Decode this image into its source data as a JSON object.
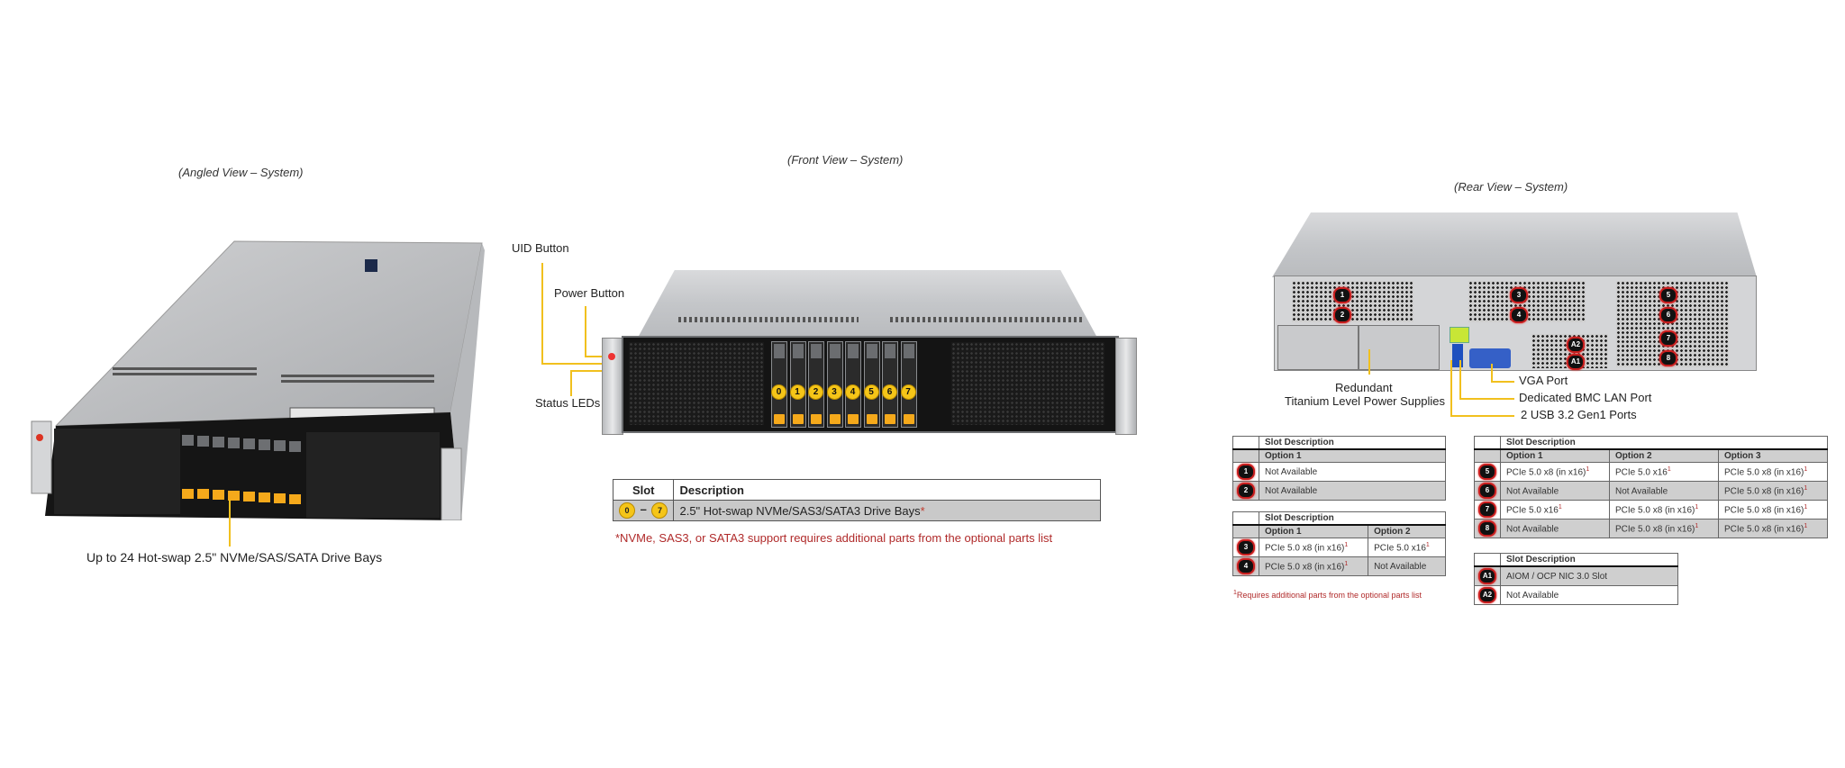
{
  "angled_view": {
    "caption": "(Angled View – System)",
    "callout": "Up to 24 Hot-swap 2.5\" NVMe/SAS/SATA Drive Bays"
  },
  "front_view": {
    "caption": "(Front View – System)",
    "callouts": {
      "uid_button": "UID Button",
      "power_button": "Power Button",
      "status_leds": "Status LEDs"
    },
    "drive_bays": [
      "0",
      "1",
      "2",
      "3",
      "4",
      "5",
      "6",
      "7"
    ],
    "table": {
      "headers": [
        "Slot",
        "Description"
      ],
      "rows": [
        {
          "slot_from": "0",
          "slot_sep": "–",
          "slot_to": "7",
          "description": "2.5\" Hot-swap NVMe/SAS3/SATA3 Drive Bays",
          "mark": "*"
        }
      ]
    },
    "footnote": "*NVMe, SAS3, or SATA3 support requires additional parts from the optional parts list"
  },
  "rear_view": {
    "caption": "(Rear View – System)",
    "callouts": {
      "psu_line1": "Redundant",
      "psu_line2": "Titanium Level Power Supplies",
      "vga": "VGA Port",
      "bmc_lan": "Dedicated BMC LAN Port",
      "usb": "2 USB 3.2 Gen1 Ports"
    },
    "slot_badges": [
      "1",
      "2",
      "3",
      "4",
      "5",
      "6",
      "7",
      "8",
      "A1",
      "A2"
    ],
    "tables": {
      "t12": {
        "title": "Slot Description",
        "options": [
          "Option 1"
        ],
        "rows": [
          {
            "slot": "1",
            "values": [
              "Not Available"
            ]
          },
          {
            "slot": "2",
            "values": [
              "Not Available"
            ]
          }
        ]
      },
      "t34": {
        "title": "Slot Description",
        "options": [
          "Option 1",
          "Option 2"
        ],
        "rows": [
          {
            "slot": "3",
            "values": [
              "PCIe 5.0 x8 (in x16)",
              "PCIe 5.0 x16"
            ],
            "sup": [
              "1",
              "1"
            ]
          },
          {
            "slot": "4",
            "values": [
              "PCIe 5.0 x8 (in x16)",
              "Not Available"
            ],
            "sup": [
              "1",
              ""
            ]
          }
        ]
      },
      "t58": {
        "title": "Slot Description",
        "options": [
          "Option 1",
          "Option 2",
          "Option 3"
        ],
        "rows": [
          {
            "slot": "5",
            "values": [
              "PCIe 5.0 x8 (in x16)",
              "PCIe 5.0 x16",
              "PCIe 5.0 x8 (in x16)"
            ],
            "sup": [
              "1",
              "1",
              "1"
            ]
          },
          {
            "slot": "6",
            "values": [
              "Not Available",
              "Not Available",
              "PCIe 5.0 x8 (in x16)"
            ],
            "sup": [
              "",
              "",
              "1"
            ]
          },
          {
            "slot": "7",
            "values": [
              "PCIe 5.0 x16",
              "PCIe 5.0 x8 (in x16)",
              "PCIe 5.0 x8 (in x16)"
            ],
            "sup": [
              "1",
              "1",
              "1"
            ]
          },
          {
            "slot": "8",
            "values": [
              "Not Available",
              "PCIe 5.0 x8 (in x16)",
              "PCIe 5.0 x8 (in x16)"
            ],
            "sup": [
              "",
              "1",
              "1"
            ]
          }
        ]
      },
      "tA": {
        "title": "Slot Description",
        "rows": [
          {
            "slot": "A1",
            "values": [
              "AIOM / OCP NIC 3.0 Slot"
            ]
          },
          {
            "slot": "A2",
            "values": [
              "Not Available"
            ]
          }
        ]
      }
    },
    "footnote_mark": "1",
    "footnote": "Requires additional parts from the optional parts list"
  },
  "colors": {
    "callout_line": "#f1c01e",
    "drive_latch": "#f5a91b",
    "footnote_red": "#b02a2a",
    "slot_badge_ring": "#c81e1e"
  }
}
